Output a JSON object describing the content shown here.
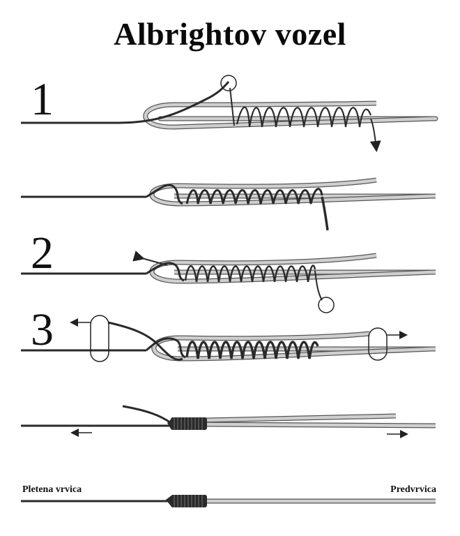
{
  "title": "Albrightov vozel",
  "steps": [
    "1",
    "2",
    "3"
  ],
  "labels": {
    "left": "Pletena vrvica",
    "right": "Predvrvica"
  },
  "colors": {
    "braid": "#2a2a2a",
    "leader_fill": "#c9c9c9",
    "leader_edge": "#555555"
  }
}
